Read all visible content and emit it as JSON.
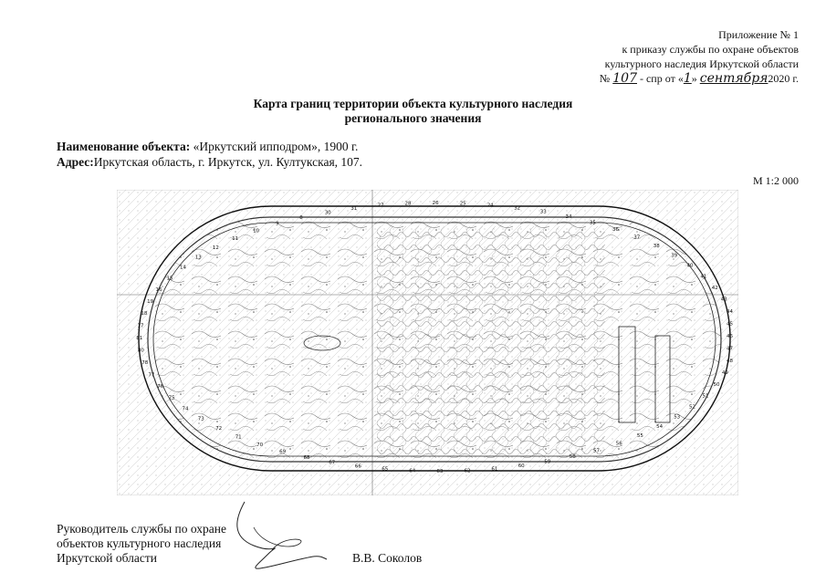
{
  "annex": {
    "line1": "Приложение № 1",
    "line2": "к приказу службы по охране объектов",
    "line3": "культурного наследия Иркутской области",
    "no_prefix": "№",
    "no_value": "107",
    "mid": "- спр от «",
    "day": "1",
    "quote_close": "»",
    "month": "сентября",
    "year": "2020 г."
  },
  "title": {
    "line1": "Карта границ территории объекта культурного наследия",
    "line2": "регионального значения"
  },
  "object": {
    "name_label": "Наименование объекта:",
    "name_value": " «Иркутский ипподром», 1900 г.",
    "address_label": "Адрес:",
    "address_value": "Иркутская область, г. Иркутск, ул. Култукская, 107."
  },
  "scale": "М 1:2 000",
  "map": {
    "point_labels": [
      "30",
      "31",
      "27",
      "28",
      "26",
      "25",
      "24",
      "32",
      "33",
      "34",
      "35",
      "36",
      "37",
      "38",
      "39",
      "40",
      "41",
      "42",
      "43",
      "44",
      "45",
      "46",
      "47",
      "48",
      "49",
      "50",
      "51",
      "52",
      "53",
      "54",
      "55",
      "56",
      "57",
      "58",
      "59",
      "60",
      "61",
      "62",
      "63",
      "64",
      "65",
      "66",
      "67",
      "68",
      "69",
      "70",
      "71",
      "72",
      "73",
      "74",
      "75",
      "76",
      "77",
      "78",
      "80",
      "81",
      "17",
      "18",
      "19",
      "16",
      "15",
      "14",
      "13",
      "12",
      "11",
      "10",
      "9",
      "8"
    ]
  },
  "signature_block": {
    "line1": "Руководитель службы по охране",
    "line2": "объектов культурного наследия",
    "line3": "Иркутской области",
    "signer": "В.В. Соколов"
  }
}
